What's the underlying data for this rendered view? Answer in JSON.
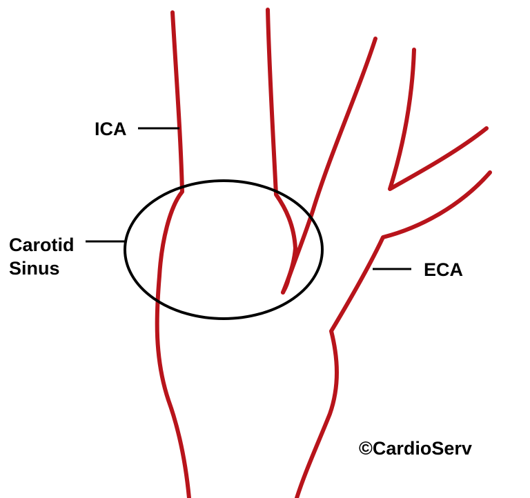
{
  "labels": {
    "ica": "ICA",
    "carotid_sinus_line1": "Carotid",
    "carotid_sinus_line2": "Sinus",
    "eca": "ECA",
    "copyright": "©CardioServ"
  },
  "colors": {
    "vessel": "#b8141b",
    "outline": "#000000",
    "background": "#ffffff"
  }
}
